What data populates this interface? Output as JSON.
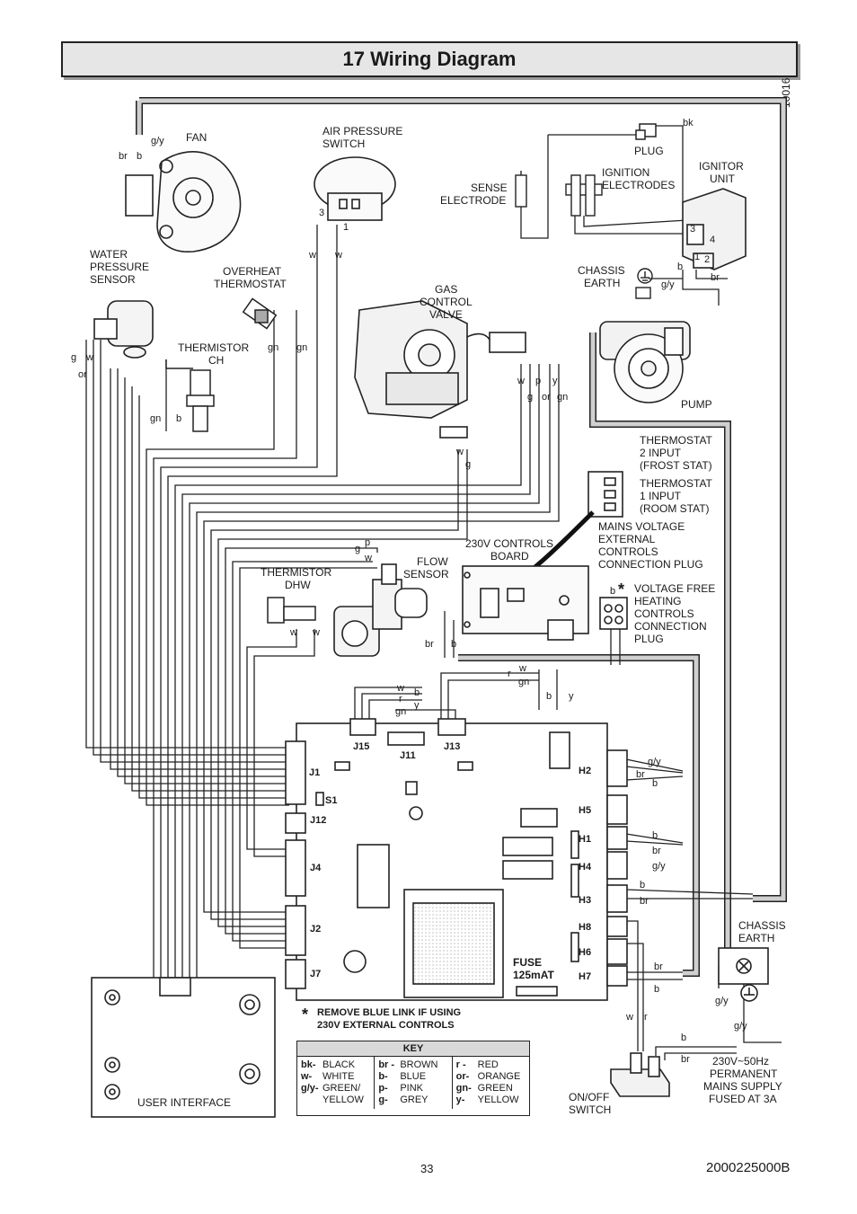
{
  "title": "17 Wiring Diagram",
  "figure_ref": "10016",
  "page_number": "33",
  "doc_code": "2000225000B",
  "components": {
    "fan": "FAN",
    "air_pressure_switch": [
      "AIR PRESSURE",
      "SWITCH"
    ],
    "plug": "PLUG",
    "sense_electrode": [
      "SENSE",
      "ELECTRODE"
    ],
    "ignition_electrodes": [
      "IGNITION",
      "ELECTRODES"
    ],
    "ignitor_unit": [
      "IGNITOR",
      "UNIT"
    ],
    "water_pressure_sensor": [
      "WATER",
      "PRESSURE",
      "SENSOR"
    ],
    "overheat_thermostat": [
      "OVERHEAT",
      "THERMOSTAT"
    ],
    "gas_control_valve": [
      "GAS",
      "CONTROL",
      "VALVE"
    ],
    "chassis_earth_top": [
      "CHASSIS",
      "EARTH"
    ],
    "thermistor_ch": [
      "THERMISTOR",
      "CH"
    ],
    "pump": "PUMP",
    "thermostat2": [
      "THERMOSTAT",
      "2 INPUT",
      "(FROST STAT)"
    ],
    "thermostat1": [
      "THERMOSTAT",
      "1 INPUT",
      "(ROOM STAT)"
    ],
    "mains_plug": [
      "MAINS VOLTAGE",
      "EXTERNAL",
      "CONTROLS",
      "CONNECTION PLUG"
    ],
    "controls_board": [
      "230V CONTROLS",
      "BOARD"
    ],
    "thermistor_dhw": [
      "THERMISTOR",
      "DHW"
    ],
    "flow_sensor": [
      "FLOW",
      "SENSOR"
    ],
    "voltage_free": [
      "VOLTAGE FREE",
      "HEATING",
      "CONTROLS",
      "CONNECTION",
      "PLUG"
    ],
    "chassis_earth_bottom": [
      "CHASSIS",
      "EARTH"
    ],
    "user_interface": "USER INTERFACE",
    "on_off_switch": [
      "ON/OFF",
      "SWITCH"
    ],
    "mains_supply": [
      "230V~50Hz",
      "PERMANENT",
      "MAINS SUPPLY",
      "FUSED AT 3A"
    ],
    "fuse": [
      "FUSE",
      "125mAT"
    ]
  },
  "connectors": {
    "left": [
      "J1",
      "S1",
      "J12",
      "J4",
      "J2",
      "J7"
    ],
    "top": [
      "J15",
      "J11",
      "J13"
    ],
    "right": [
      "H2",
      "H5",
      "H1",
      "H4",
      "H3",
      "H8",
      "H6",
      "H7"
    ]
  },
  "wire_codes": {
    "br": "br",
    "b": "b",
    "gy_long": "g/y",
    "w": "w",
    "g": "g",
    "or": "or",
    "gn": "gn",
    "p": "p",
    "y": "y",
    "r": "r",
    "bk": "bk",
    "pin1": "1",
    "pin2": "2",
    "pin3": "3",
    "pin4": "4",
    "star": "*"
  },
  "note": [
    "REMOVE BLUE LINK IF USING",
    "230V EXTERNAL CONTROLS"
  ],
  "key": {
    "title": "KEY",
    "columns": [
      [
        {
          "code": "bk-",
          "name": "BLACK"
        },
        {
          "code": "w-",
          "name": "WHITE"
        },
        {
          "code": "g/y-",
          "name": "GREEN/ YELLOW"
        }
      ],
      [
        {
          "code": "br -",
          "name": "BROWN"
        },
        {
          "code": "b-",
          "name": "BLUE"
        },
        {
          "code": "p-",
          "name": "PINK"
        },
        {
          "code": "g-",
          "name": "GREY"
        }
      ],
      [
        {
          "code": "r -",
          "name": "RED"
        },
        {
          "code": "or-",
          "name": "ORANGE"
        },
        {
          "code": "gn-",
          "name": "GREEN"
        },
        {
          "code": "y-",
          "name": "YELLOW"
        }
      ]
    ]
  }
}
